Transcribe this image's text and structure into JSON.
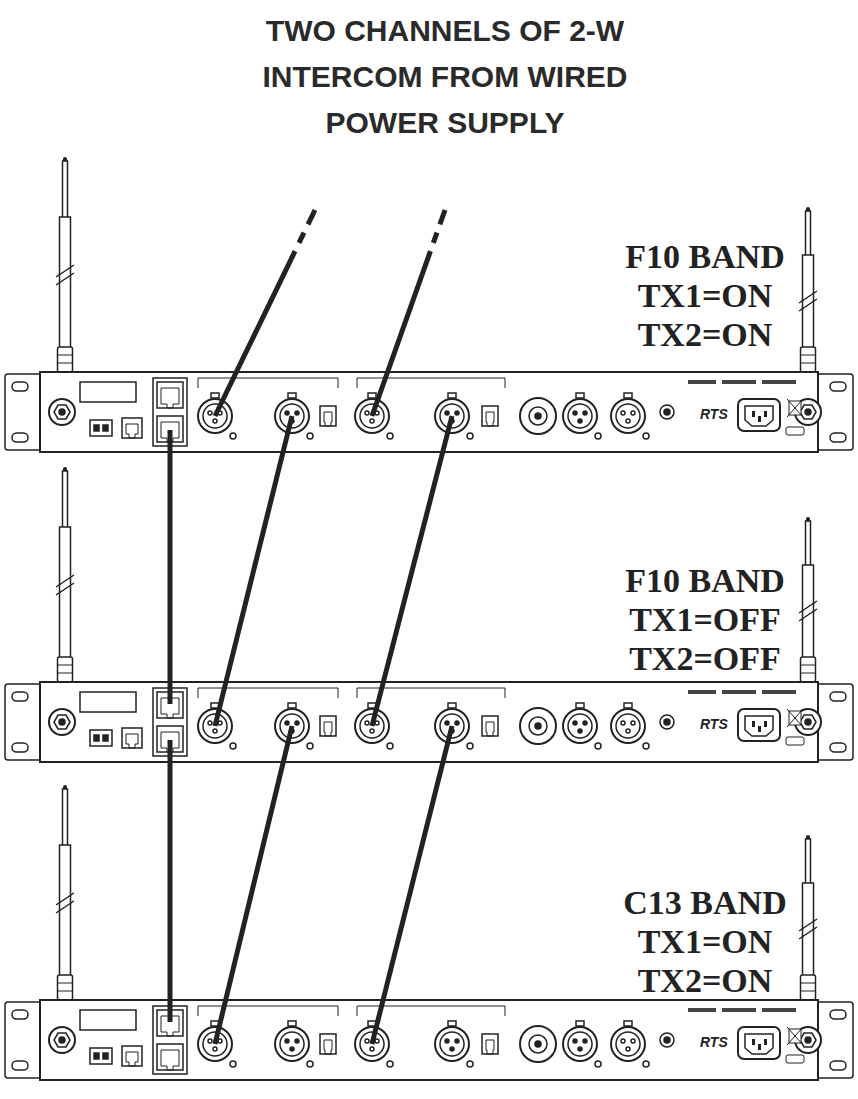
{
  "diagram": {
    "title": "TWO CHANNELS OF 2-W INTERCOM FROM WIRED POWER SUPPLY",
    "nodes": [
      {
        "text": [
          "F10 BAND",
          "TX1=ON",
          "TX2=ON",
          "RTS"
        ]
      },
      {
        "text": [
          "F10 BAND",
          "TX1=OFF",
          "TX2=OFF",
          "RTS"
        ]
      },
      {
        "text": [
          "C13 BAND",
          "TX1=ON",
          "TX2=ON",
          "RTS"
        ]
      }
    ],
    "edges": [
      {
        "from": 0,
        "to": 1,
        "arrow": "none"
      },
      {
        "from": 0,
        "to": 1,
        "arrow": "none"
      },
      {
        "from": 0,
        "to": 1,
        "arrow": "none"
      },
      {
        "from": 1,
        "to": 2,
        "arrow": "none"
      },
      {
        "from": 1,
        "to": 2,
        "arrow": "none"
      },
      {
        "from": 1,
        "to": 2,
        "arrow": "none"
      }
    ]
  }
}
